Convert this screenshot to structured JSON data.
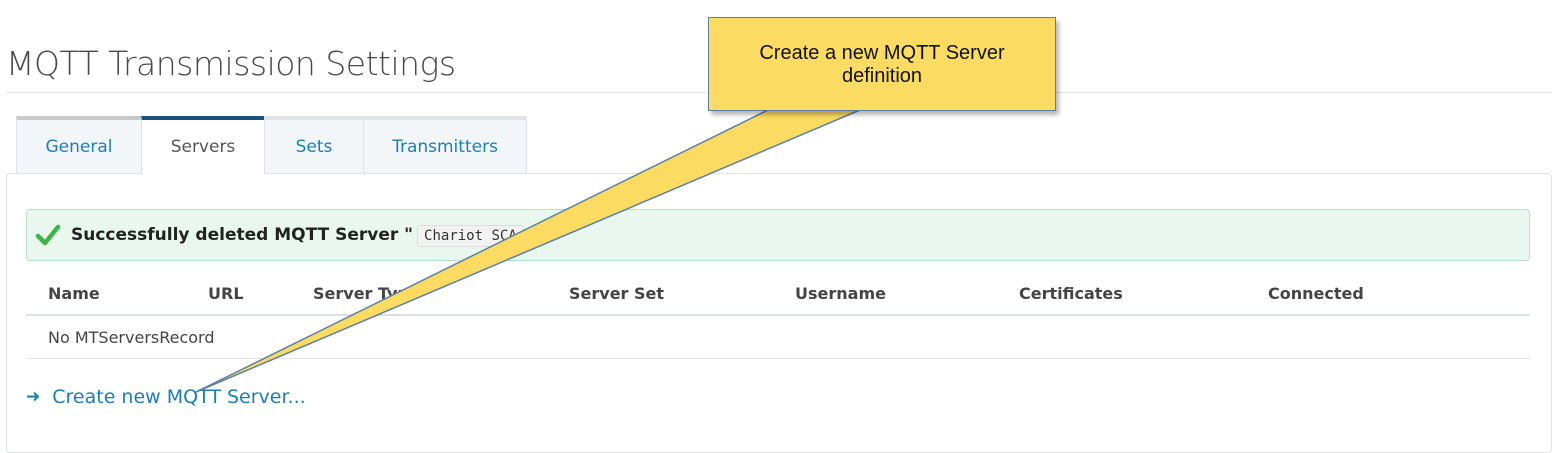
{
  "page": {
    "title": "MQTT Transmission Settings"
  },
  "tabs": [
    {
      "label": "General",
      "active": false
    },
    {
      "label": "Servers",
      "active": true
    },
    {
      "label": "Sets",
      "active": false
    },
    {
      "label": "Transmitters",
      "active": false
    }
  ],
  "alert": {
    "message": "Successfully deleted MQTT Server \"",
    "code": "Chariot SCA",
    "icon": "check-icon",
    "color": "#3cb54a"
  },
  "table": {
    "columns": [
      "Name",
      "URL",
      "Server Type",
      "Server Set",
      "Username",
      "Certificates",
      "Connected"
    ],
    "empty_text": "No MTServersRecord"
  },
  "actions": {
    "create_label": "Create new MQTT Server...",
    "create_icon": "arrow-right-icon"
  },
  "callout": {
    "text": "Create a new MQTT Server definition",
    "color": "#fcdb63"
  },
  "colors": {
    "link": "#1a7fb8",
    "active_tab_border": "#1d4f7c"
  }
}
